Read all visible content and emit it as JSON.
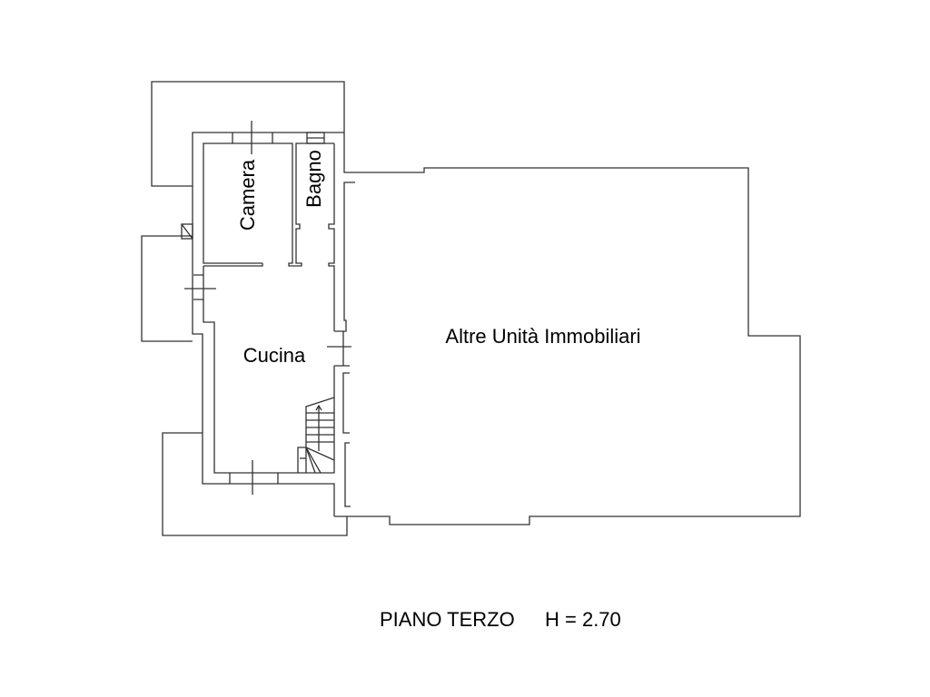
{
  "plan": {
    "rooms": {
      "camera": "Camera",
      "bagno": "Bagno",
      "cucina": "Cucina",
      "other_units": "Altre Unità Immobiliari"
    },
    "title": "PIANO TERZO",
    "height_label": "H = 2.70"
  }
}
